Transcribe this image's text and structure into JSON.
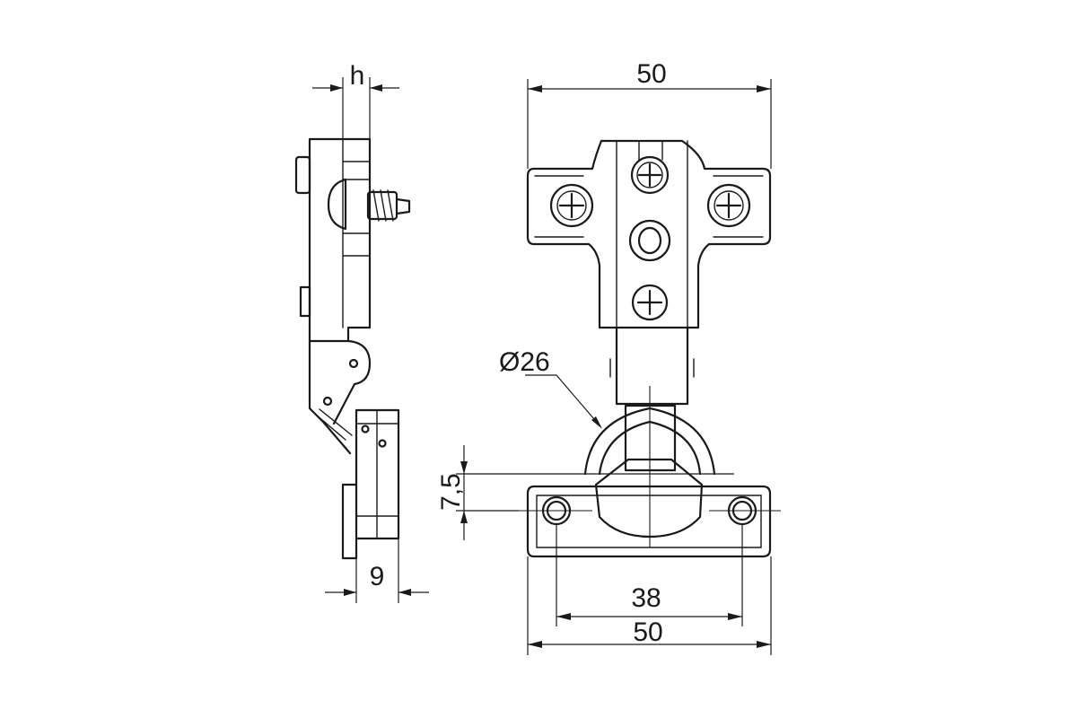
{
  "dimensions": {
    "thickness": "h",
    "top_width": "50",
    "cup_diameter": "Ø26",
    "cup_offset": "7,5",
    "side_depth": "9",
    "hole_spacing": "38",
    "base_width": "50"
  },
  "colors": {
    "line": "#1a1a1a",
    "background": "#ffffff"
  }
}
